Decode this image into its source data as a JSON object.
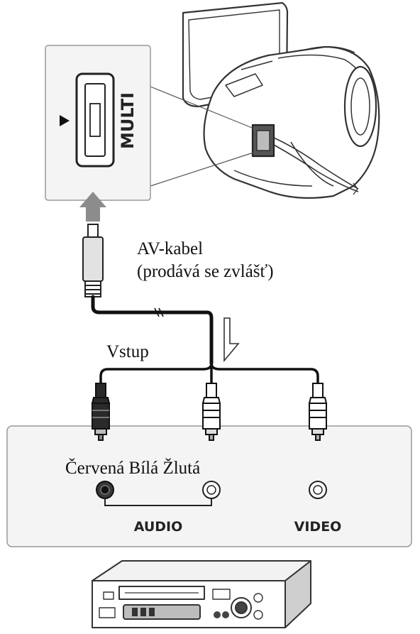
{
  "labels": {
    "port": "MULTI",
    "cable_line1": "AV-kabel",
    "cable_line2": "(prodává se zvlášť)",
    "input": "Vstup",
    "colors": "Červená Bílá Žlutá",
    "audio": "AUDIO",
    "video": "VIDEO"
  },
  "plug_colors": {
    "red": "#2a2a2a",
    "white": "#ffffff",
    "yellow": "#ffffff"
  }
}
